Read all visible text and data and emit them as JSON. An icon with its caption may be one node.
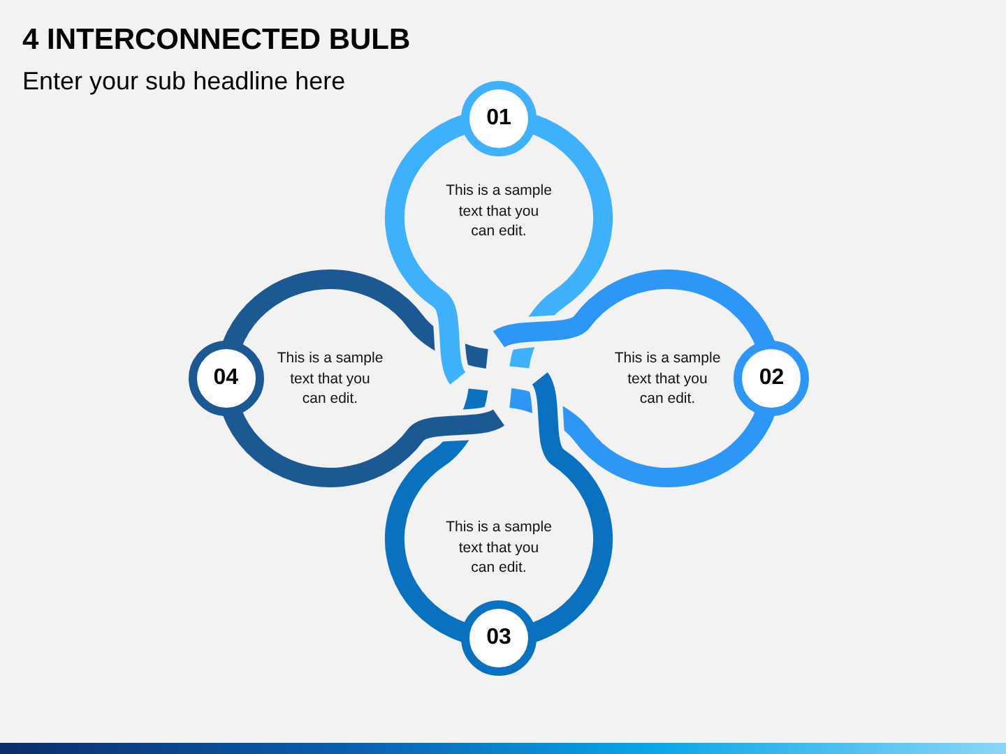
{
  "diagram": {
    "title": "4 INTERCONNECTED BULB",
    "nodes": [
      {
        "text": [
          "01",
          "This is a sample text that you can edit."
        ]
      },
      {
        "text": [
          "This is a sample text that you can edit.",
          "02"
        ]
      },
      {
        "text": [
          "This is a sample text that you can edit.",
          "03"
        ]
      },
      {
        "text": [
          "04",
          "This is a sample text that you can edit."
        ]
      }
    ],
    "labels": [
      "Enter your sub headline here"
    ]
  }
}
